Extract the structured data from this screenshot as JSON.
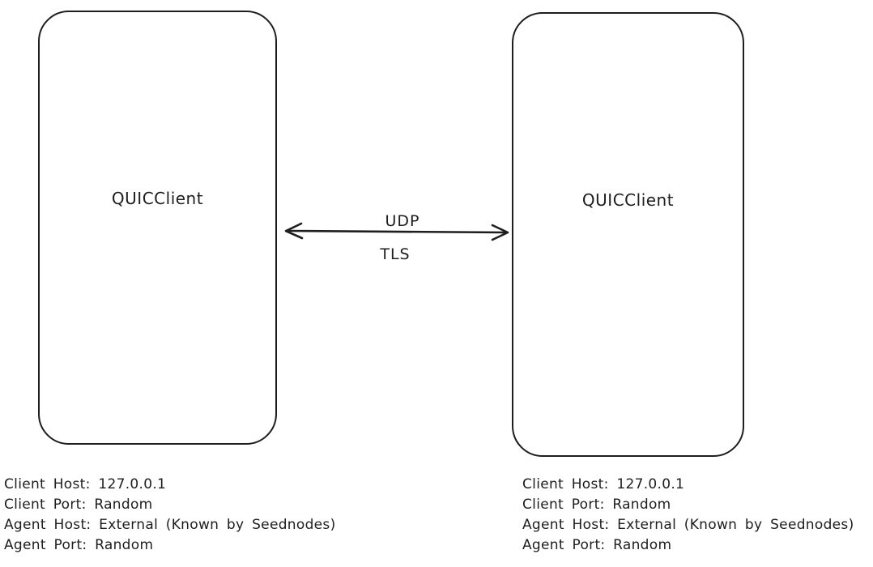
{
  "canvas": {
    "background": "#ffffff",
    "stroke_color": "#1e1e1e"
  },
  "nodes": {
    "left": {
      "label": "QUICClient"
    },
    "right": {
      "label": "QUICClient"
    }
  },
  "connection": {
    "type": "double-arrow",
    "labels": {
      "top": "UDP",
      "bottom": "TLS"
    }
  },
  "annotations": {
    "left": {
      "lines": [
        "Client Host: 127.0.0.1",
        "Client Port: Random",
        "Agent Host: External (Known by Seednodes)",
        "Agent Port: Random"
      ]
    },
    "right": {
      "lines": [
        "Client Host: 127.0.0.1",
        "Client Port: Random",
        "Agent Host: External (Known by Seednodes)",
        "Agent Port: Random"
      ]
    }
  }
}
